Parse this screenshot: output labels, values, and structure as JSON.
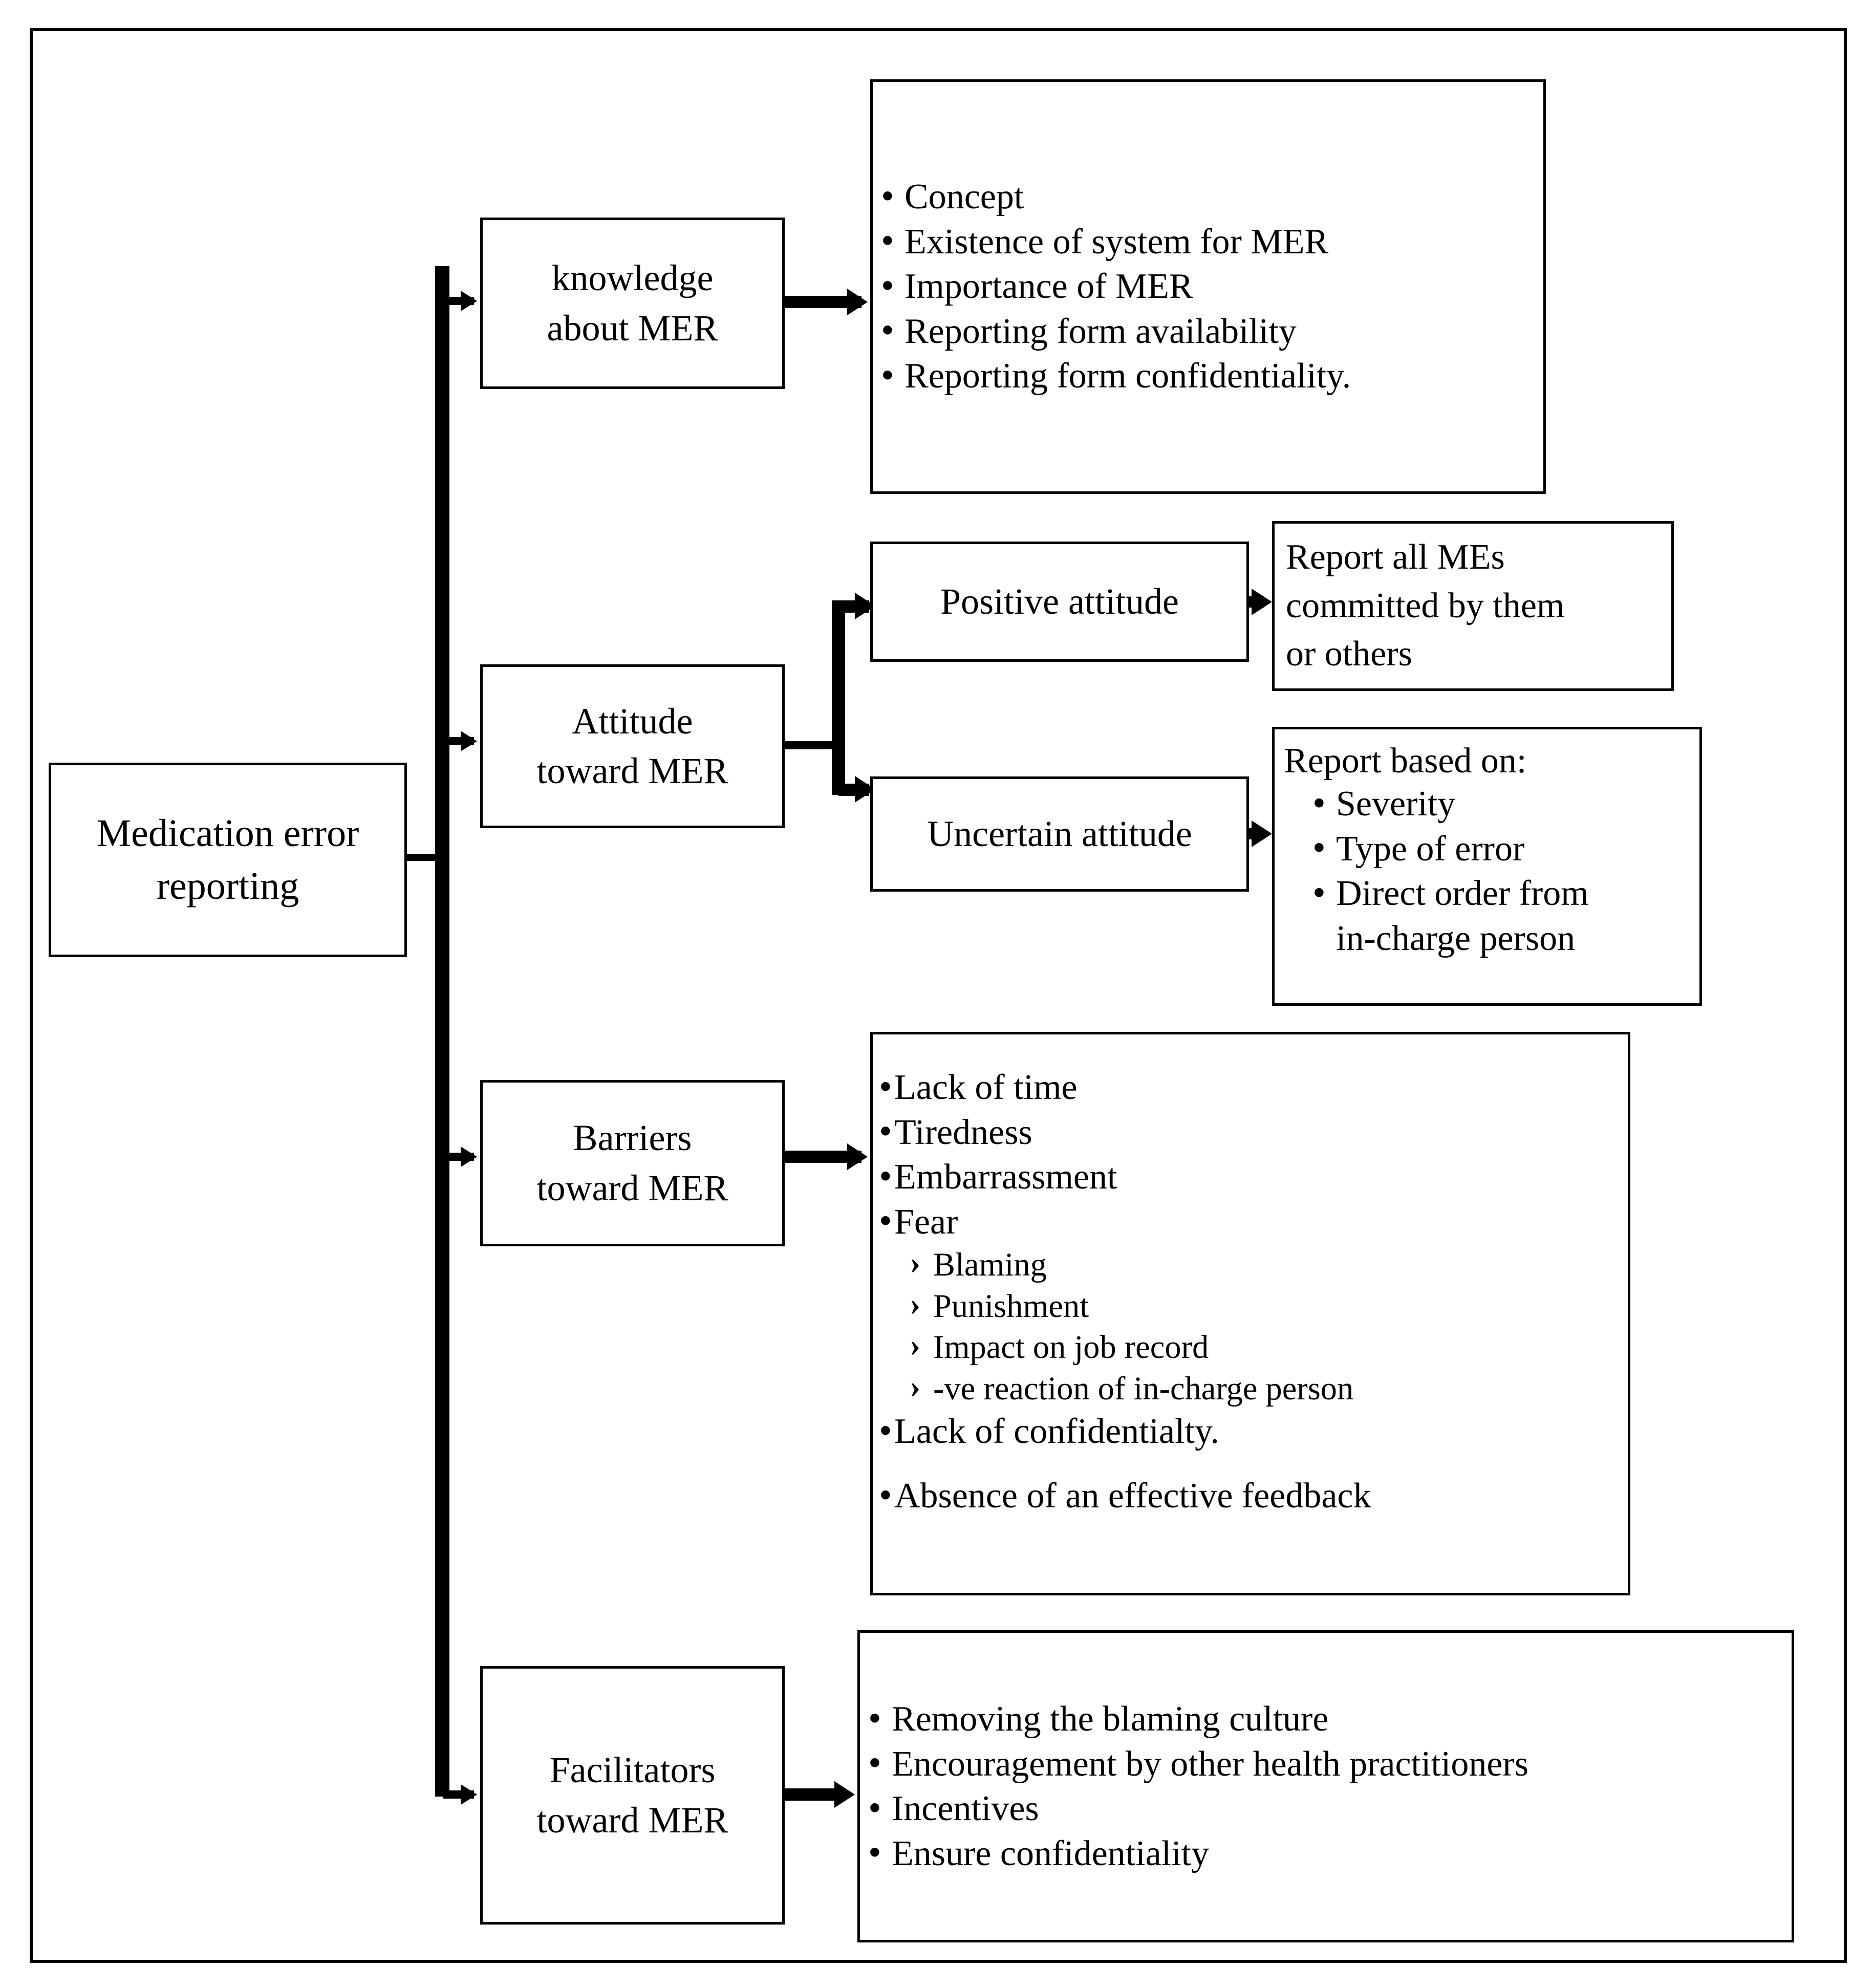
{
  "diagram": {
    "type": "flowchart",
    "root": {
      "label": "Medication error\nreporting"
    },
    "branches": [
      {
        "id": "knowledge",
        "label": "knowledge\nabout MER",
        "items": [
          "Concept",
          "Existence of system for MER",
          "Importance of MER",
          "Reporting form availability",
          "Reporting form confidentiality."
        ]
      },
      {
        "id": "attitude",
        "label": "Attitude\ntoward MER",
        "sub_branches": [
          {
            "id": "positive-attitude",
            "label": "Positive attitude",
            "outcome": "Report all MEs\ncommitted by them\nor others"
          },
          {
            "id": "uncertain-attitude",
            "label": "Uncertain attitude",
            "outcome_heading": "Report based on:",
            "outcome_items": [
              "Severity",
              "Type of error",
              "Direct order from\nin-charge person"
            ]
          }
        ]
      },
      {
        "id": "barriers",
        "label": "Barriers\ntoward MER",
        "items": [
          "Lack of time",
          "Tiredness",
          "Embarrassment",
          "Fear"
        ],
        "sub_items": [
          "Blaming",
          "Punishment",
          "Impact on job record",
          "-ve reaction of in-charge person"
        ],
        "items_after": [
          "Lack of confidentialty.",
          "Absence of an effective feedback"
        ]
      },
      {
        "id": "facilitators",
        "label": "Facilitators\ntoward MER",
        "items": [
          "Removing the blaming culture",
          "Encouragement by other health practitioners",
          "Incentives",
          "Ensure confidentiality"
        ]
      }
    ],
    "colors": {
      "stroke": "#000000",
      "background": "#ffffff"
    }
  }
}
